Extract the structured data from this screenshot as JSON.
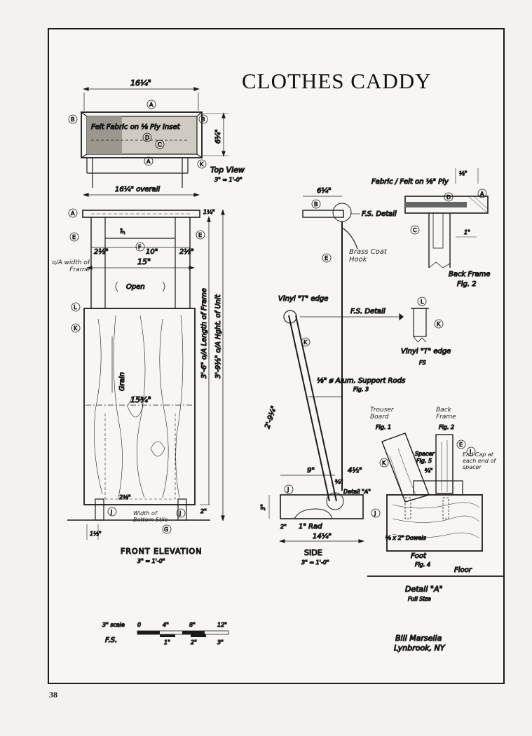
{
  "title": "CLOTHES CADDY",
  "page_number": "38",
  "credit": {
    "name": "Bill Marsella",
    "location": "Lynbrook, NY"
  },
  "top_view": {
    "width_dim": "16¼\"",
    "depth_dim": "6¼\"",
    "inset_label": "Felt Fabric on ⅛ Ply Inset",
    "title": "Top View",
    "scale": "3\" = 1'-0\""
  },
  "front_elevation": {
    "overall_dim": "16¼\" overall",
    "top_thickness": "1¼\"",
    "rail_depth": "3\"",
    "side_left": "2½\"",
    "inner_width": "10\"",
    "side_right": "2½\"",
    "frame_width": "15\"",
    "frame_width_note": "o/A width of Frame",
    "open_label": "Open",
    "frame_length": "3'-6\" o/A Length of Frame",
    "unit_height": "3'-9½\" o/A Hght. of Unit",
    "grain_label": "Grain",
    "board_width": "15¾\"",
    "bottom_dim": "2½\"",
    "bottom_height": "2\"",
    "stile_dim": "1½\"",
    "stile_note": "Width of Bottom Stile",
    "title": "FRONT ELEVATION",
    "scale": "3\" = 1'-0\""
  },
  "side_view": {
    "top_depth": "6¼\"",
    "fs_detail_label": "F.S. Detail",
    "hook_label": "Brass Coat Hook",
    "vinyl_label": "Vinyl \"T\" edge",
    "fs_detail_2": "F.S. Detail",
    "rods_label": "⅛\" ø Alum. Support Rods",
    "rods_fig": "Fig. 3",
    "leg_length": "2'-9¼\"",
    "base_dim": "9\"",
    "spacing_dim": "4½\"",
    "small_dim": "¾\"",
    "detail_ref": "Detail \"A\"",
    "height_dim": "3\"",
    "offset_dim": "2\"",
    "rad_label": "1\" Rad",
    "base_length": "14¼\"",
    "title": "SIDE",
    "scale": "3\" = 1'-0\""
  },
  "fig2": {
    "fabric_label": "Fabric / Felt on ⅛\" Ply",
    "half_dim": "½\"",
    "one_dim": "1\"",
    "back_frame_label": "Back Frame",
    "fig": "Fig. 2"
  },
  "fs_detail": {
    "vinyl_label": "Vinyl \"T\" edge",
    "fs": "FS"
  },
  "detail_a": {
    "trouser_board": "Trouser Board",
    "trouser_fig": "Fig. 1",
    "back_frame": "Back Frame",
    "back_fig": "Fig. 2",
    "spacer": "Spacer",
    "spacer_fig": "Fig. 5",
    "spacer_dim": "¾\"",
    "end_cap": "End Cap at each end of spacer",
    "dowels": "⅜ x 2\" Dowels",
    "foot": "Foot",
    "foot_fig": "Fig. 4",
    "floor": "Floor",
    "title": "Detail \"A\"",
    "scale": "Full Size"
  },
  "scale_bar": {
    "label_3in": "3\" scale",
    "label_fs": "F.S.",
    "ticks_top": [
      "0",
      "4\"",
      "8\"",
      "12\""
    ],
    "ticks_bottom": [
      "1\"",
      "2\"",
      "3\""
    ]
  },
  "callouts": [
    "A",
    "B",
    "C",
    "D",
    "E",
    "F",
    "G",
    "I",
    "J",
    "K",
    "L"
  ]
}
